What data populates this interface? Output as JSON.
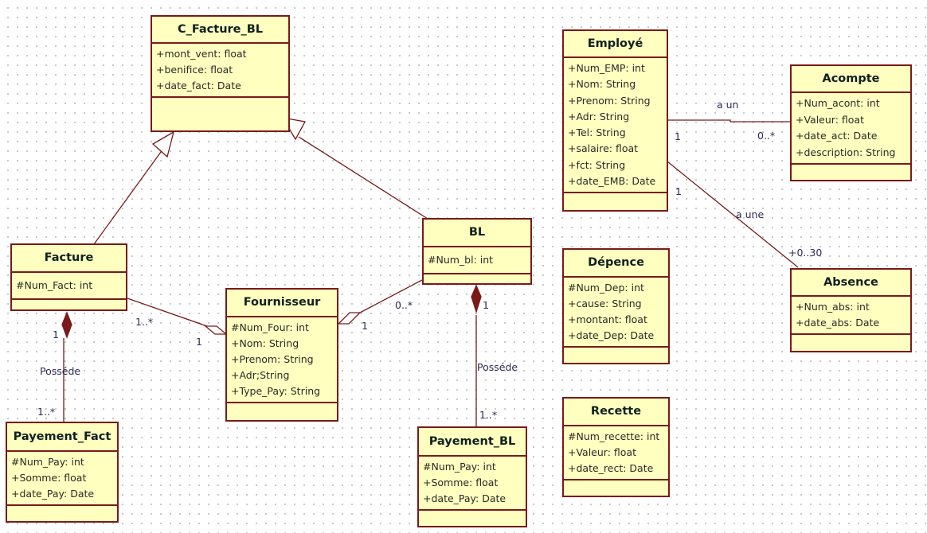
{
  "diagram": {
    "classes": {
      "c_facture_bl": {
        "name": "C_Facture_BL",
        "attributes": [
          "+mont_vent: float",
          "+benifice: float",
          "+date_fact: Date"
        ]
      },
      "employe": {
        "name": "Employé",
        "attributes": [
          "+Num_EMP: int",
          "+Nom: String",
          "+Prenom: String",
          "+Adr: String",
          "+Tel: String",
          "+salaire: float",
          "+fct: String",
          "+date_EMB: Date"
        ]
      },
      "acompte": {
        "name": "Acompte",
        "attributes": [
          "+Num_acont: int",
          "+Valeur: float",
          "+date_act: Date",
          "+description: String"
        ]
      },
      "absence": {
        "name": "Absence",
        "attributes": [
          "+Num_abs: int",
          "+date_abs: Date"
        ]
      },
      "facture": {
        "name": "Facture",
        "attributes": [
          "#Num_Fact: int"
        ]
      },
      "bl": {
        "name": "BL",
        "attributes": [
          "#Num_bl: int"
        ]
      },
      "fournisseur": {
        "name": "Fournisseur",
        "attributes": [
          "#Num_Four: int",
          "+Nom: String",
          "+Prenom: String",
          "+Adr;String",
          "+Type_Pay: String"
        ]
      },
      "depence": {
        "name": "Dépence",
        "attributes": [
          "#Num_Dep: int",
          "+cause: String",
          "+montant: float",
          "+date_Dep: Date"
        ]
      },
      "recette": {
        "name": "Recette",
        "attributes": [
          "#Num_recette: int",
          "+Valeur: float",
          "+date_rect: Date"
        ]
      },
      "payement_fact": {
        "name": "Payement_Fact",
        "attributes": [
          "#Num_Pay: int",
          "+Somme: float",
          "+date_Pay: Date"
        ]
      },
      "payement_bl": {
        "name": "Payement_BL",
        "attributes": [
          "#Num_Pay: int",
          "+Somme: float",
          "+date_Pay: Date"
        ]
      }
    },
    "relations": {
      "facture_generalization": {
        "from": "Facture",
        "to": "C_Facture_BL",
        "type": "generalization"
      },
      "bl_generalization": {
        "from": "BL",
        "to": "C_Facture_BL",
        "type": "generalization"
      },
      "employe_acompte": {
        "type": "association",
        "label": "a un",
        "mult_from": "1",
        "mult_to": "0..*"
      },
      "employe_absence": {
        "type": "association",
        "label": "a une",
        "mult_from": "1",
        "mult_to": "+0..30"
      },
      "facture_fournisseur": {
        "type": "aggregation",
        "mult_from": "1..*",
        "mult_to": "1"
      },
      "bl_fournisseur": {
        "type": "aggregation",
        "mult_from": "0..*",
        "mult_to": "1"
      },
      "facture_payement": {
        "type": "composition",
        "label": "Posséde",
        "mult_from": "1",
        "mult_to": "1..*"
      },
      "bl_payement": {
        "type": "composition",
        "label": "Posséde",
        "mult_from": "1",
        "mult_to": "1..*"
      }
    },
    "colors": {
      "box_fill": "#ffffc0",
      "box_border": "#7a1a1a",
      "edge": "#7a1a1a",
      "label": "#2b2b55"
    }
  }
}
